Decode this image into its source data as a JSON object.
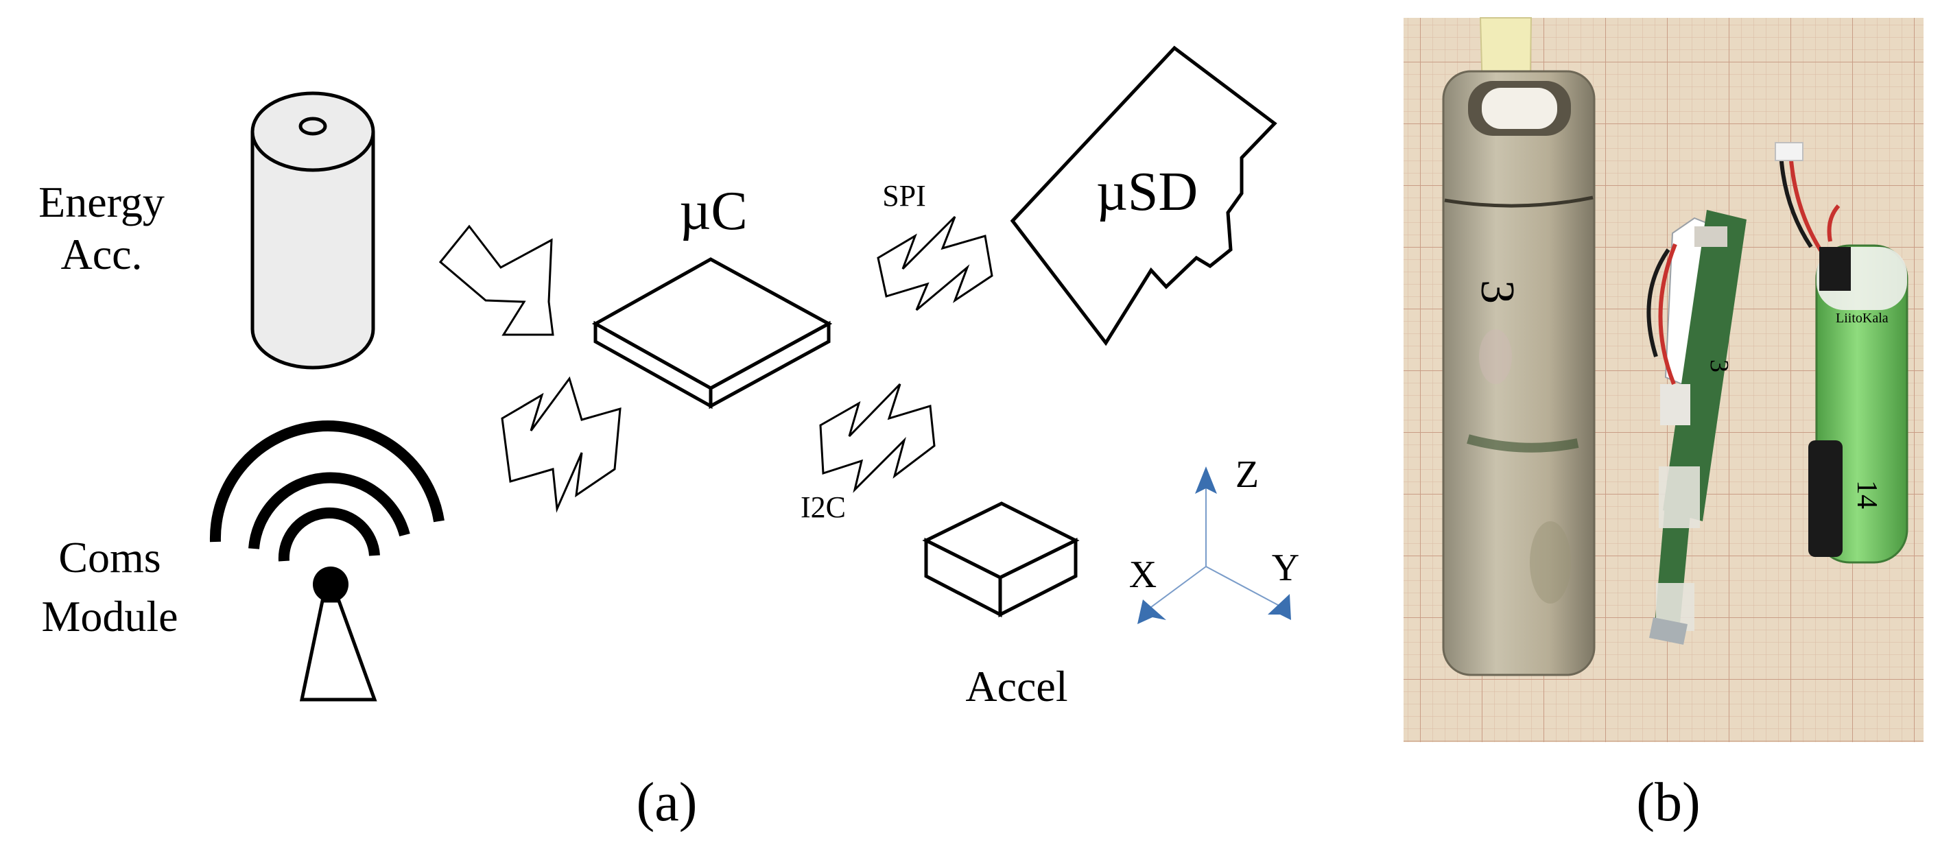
{
  "panel_a": {
    "energy_label_1": "Energy",
    "energy_label_2": "Acc.",
    "uc_label": "µC",
    "spi_label": "SPI",
    "usd_label": "µSD",
    "i2c_label": "I2C",
    "accel_label": "Accel",
    "coms_label_1": "Coms",
    "coms_label_2": "Module",
    "axis_z": "Z",
    "axis_x": "X",
    "axis_y": "Y",
    "axis_color": "#3a6fb0",
    "caption": "(a)"
  },
  "panel_b": {
    "caption": "(b)",
    "mat_color": "#e9d9c2",
    "housing_number": "3",
    "board_label": "3",
    "battery_label": "14",
    "battery_brand": "LiitoKala",
    "battery_color": "#7fcf70"
  },
  "icons": {
    "battery": "battery-cylinder-icon",
    "microcontroller": "chip-icon",
    "sd_card": "sd-card-icon",
    "accelerometer": "sensor-icon",
    "antenna": "antenna-icon"
  }
}
